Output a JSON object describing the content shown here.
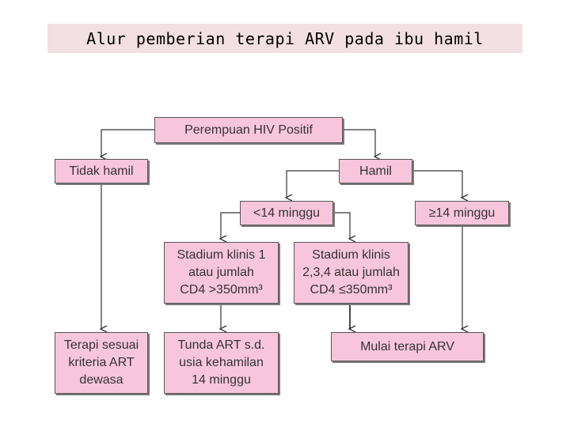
{
  "title": "Alur pemberian terapi ARV pada ibu hamil",
  "colors": {
    "title_bg": "#f2e0e4",
    "node_fill": "#f8c6dc",
    "node_border": "#555555",
    "arrow": "#333333"
  },
  "flowchart": {
    "nodes": {
      "positive": "Perempuan HIV Positif",
      "not_pregnant": "Tidak hamil",
      "pregnant": "Hamil",
      "under_14": "<14 minggu",
      "over_14": "≥14 minggu",
      "stage1": "Stadium klinis 1\natau jumlah\nCD4 >350mm³",
      "stage234": "Stadium klinis\n2,3,4 atau jumlah\nCD4 ≤350mm³",
      "adult_therapy": "Terapi sesuai\nkriteria ART\ndewasa",
      "delay_art": "Tunda ART s.d.\nusia kehamilan\n14 minggu",
      "start_arv": "Mulai terapi ARV"
    }
  }
}
